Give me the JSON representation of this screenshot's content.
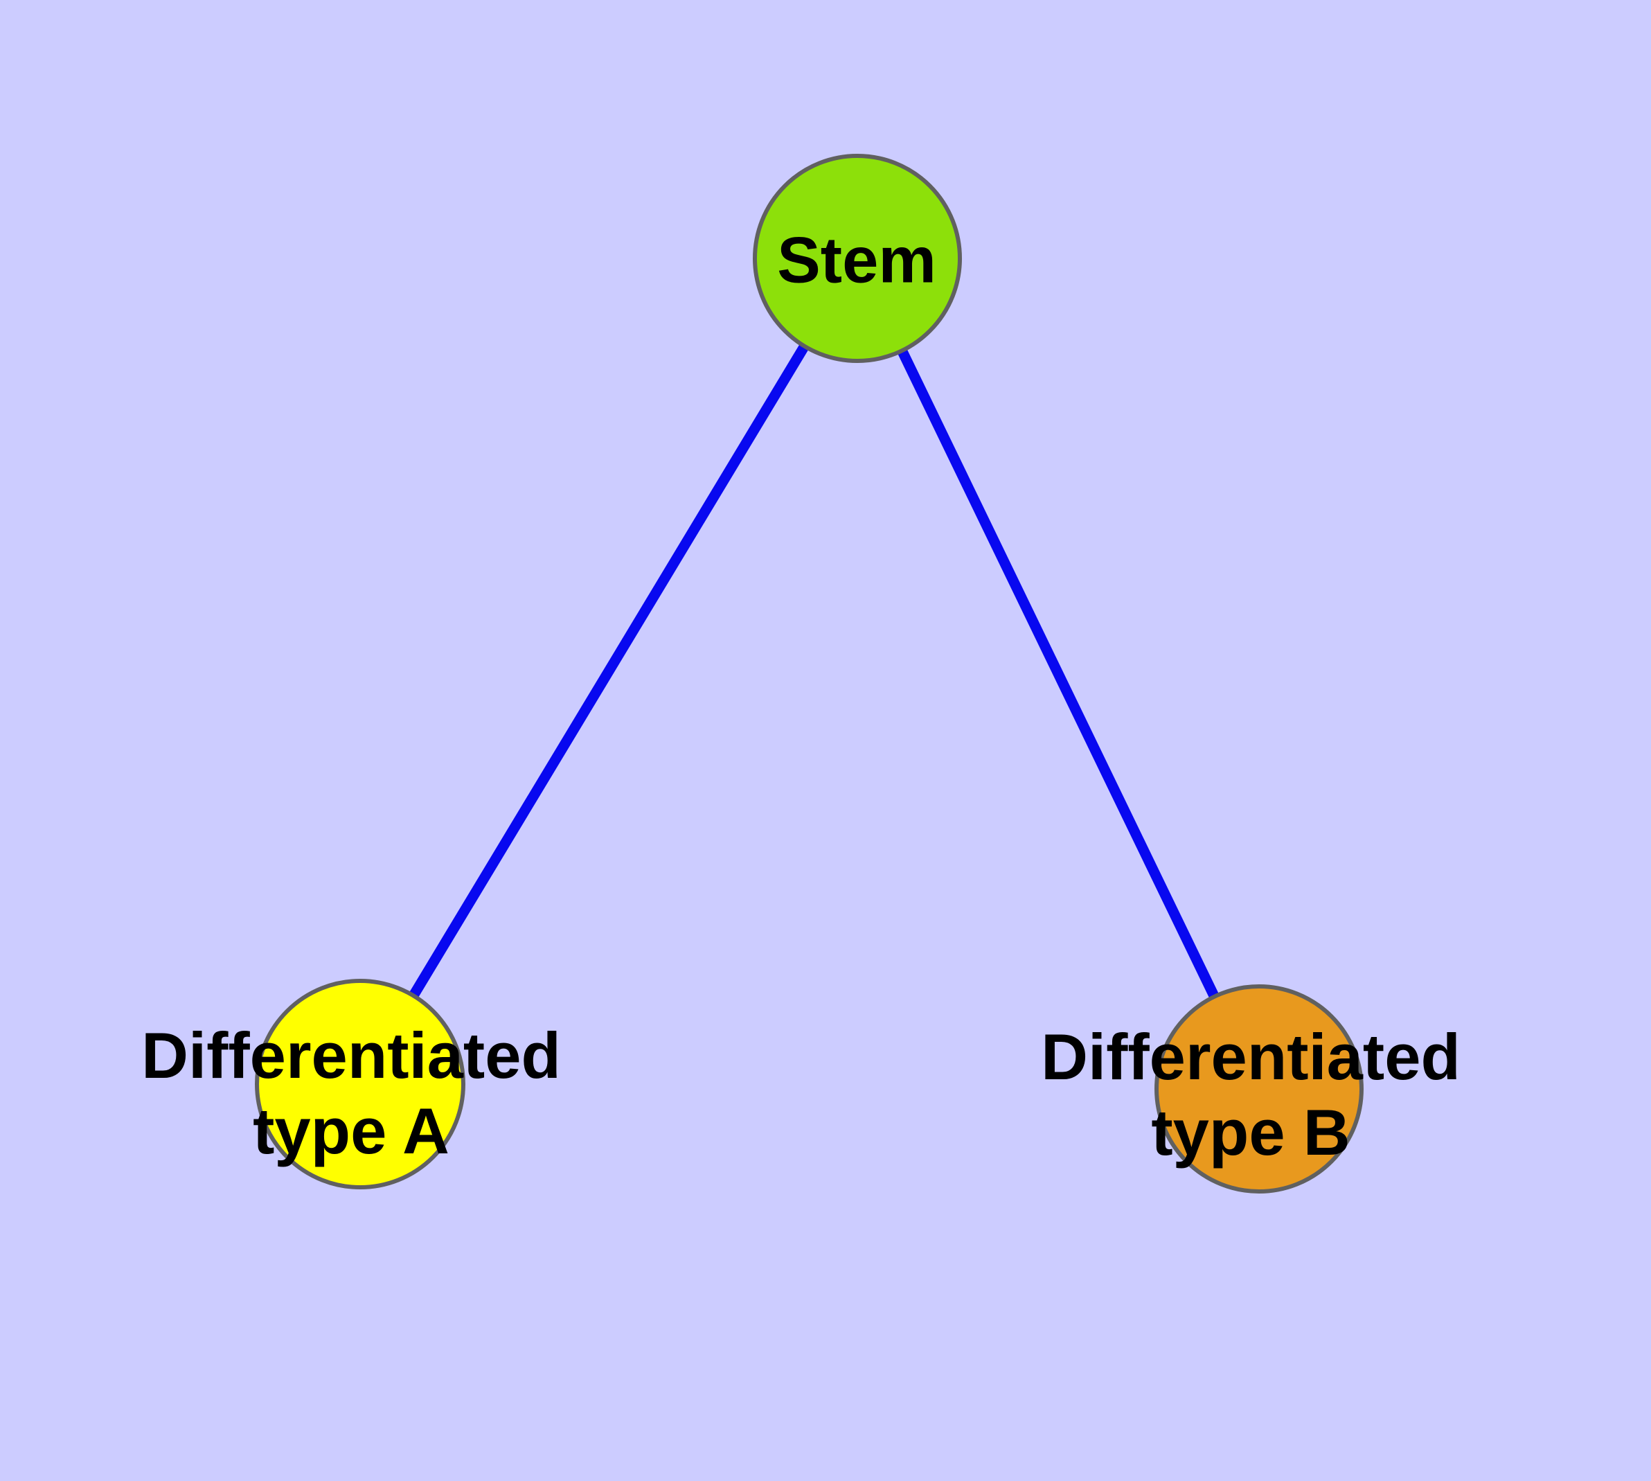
{
  "diagram": {
    "type": "graph",
    "background_color": "#CCCCFF",
    "edge_color": "#0808F0",
    "node_border_color": "#606060",
    "label_color": "#000000",
    "nodes": {
      "stem": {
        "label": "Stem",
        "fill": "#8DE00A"
      },
      "type_a": {
        "label": "Differentiated type A",
        "line1": "Differentiated",
        "line2": "type A",
        "fill": "#FFFF00"
      },
      "type_b": {
        "label": "Differentiated type B",
        "line1": "Differentiated",
        "line2": "type B",
        "fill": "#E8991E"
      }
    },
    "edges": [
      {
        "from": "Stem",
        "to": "Differentiated type A"
      },
      {
        "from": "Stem",
        "to": "Differentiated type B"
      }
    ]
  }
}
